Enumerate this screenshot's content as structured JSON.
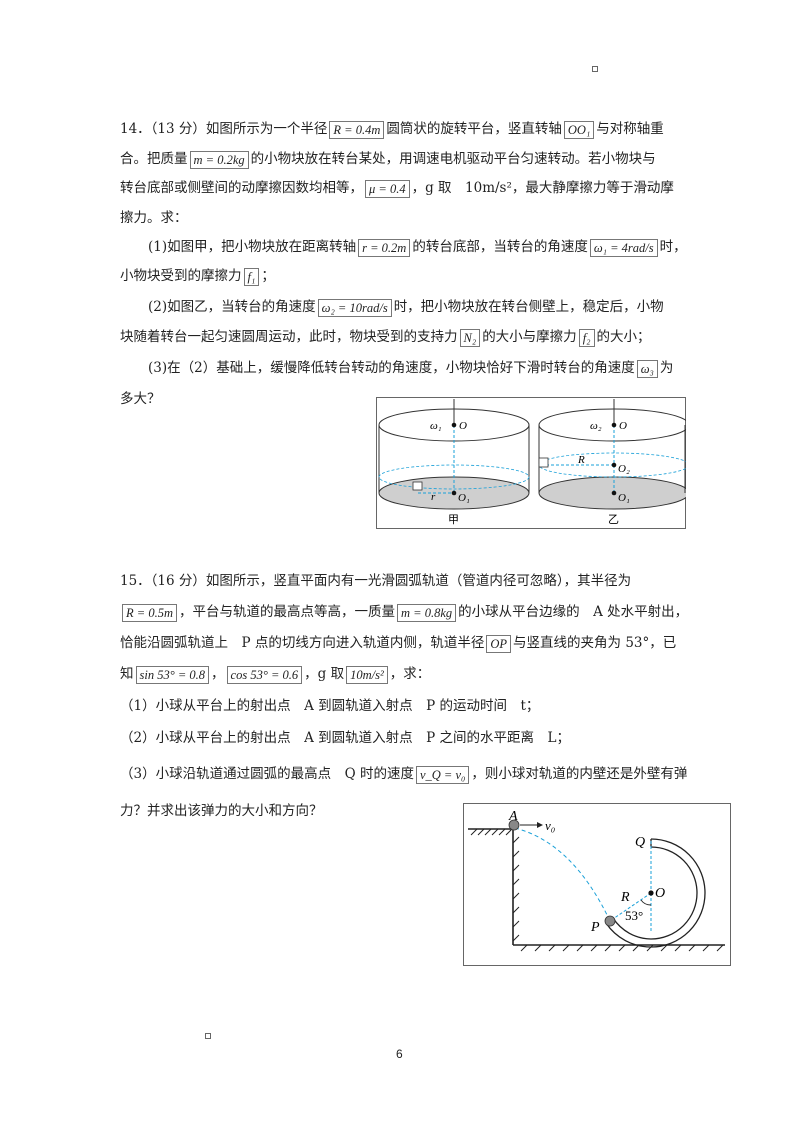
{
  "page_number": "6",
  "q14": {
    "l1": [
      "14．（13 分）如图所示为一个半径",
      "R = 0.4m",
      "圆筒状的旋转平台，竖直转轴",
      "OO₁",
      "与对称轴重"
    ],
    "l2": [
      "合。把质量",
      "m = 0.2kg",
      "的小物块放在转台某处，用调速电机驱动平台匀速转动。若小物块与"
    ],
    "l3": [
      "转台底部或侧壁间的动摩擦因数均相等，",
      "μ = 0.4",
      "，g 取　10m/s²，最大静摩擦力等于滑动摩"
    ],
    "l4": [
      "擦力。求："
    ],
    "l5": [
      "(1)如图甲，把小物块放在距离转轴",
      "r = 0.2m",
      "的转台底部，当转台的角速度",
      "ω₁ = 4rad/s",
      "时，"
    ],
    "l6": [
      "小物块受到的摩擦力",
      "f₁",
      "；"
    ],
    "l7": [
      "(2)如图乙，当转台的角速度",
      "ω₂ = 10rad/s",
      "时，把小物块放在转台侧壁上，稳定后，小物"
    ],
    "l8": [
      "块随着转台一起匀速圆周运动，此时，物块受到的支持力",
      "N₂",
      "的大小与摩擦力",
      "f₂",
      "的大小；"
    ],
    "l9": [
      "(3)在（2）基础上，缓慢降低转台转动的角速度，小物块恰好下滑时转台的角速度",
      "ω₃",
      "为"
    ],
    "l10": [
      "多大？"
    ],
    "fig": {
      "w1": "ω₁",
      "o": "O",
      "o1": "O₁",
      "r": "r",
      "cap1": "甲",
      "w2": "ω₂",
      "R": "R",
      "o2": "O₂",
      "cap2": "乙"
    }
  },
  "q15": {
    "l1": [
      "15．（16 分）如图所示，竖直平面内有一光滑圆弧轨道（管道内径可忽略），其半径为"
    ],
    "l2": [
      "R = 0.5m",
      "，平台与轨道的最高点等高，一质量",
      "m = 0.8kg",
      "的小球从平台边缘的　A 处水平射出，"
    ],
    "l3": [
      "恰能沿圆弧轨道上　P 点的切线方向进入轨道内侧，轨道半径",
      "OP",
      "与竖直线的夹角为 53°，已"
    ],
    "l4": [
      "知",
      "sin 53° = 0.8",
      "，",
      "cos 53° = 0.6",
      "，g 取",
      "10m/s²",
      "，求："
    ],
    "l5": [
      "（1）小球从平台上的射出点　A 到圆轨道入射点　P 的运动时间　t；"
    ],
    "l6": [
      "（2）小球从平台上的射出点　A 到圆轨道入射点　P 之间的水平距离　L；"
    ],
    "l7": [
      "（3）小球沿轨道通过圆弧的最高点　Q 时的速度",
      "v_Q = v₀",
      "，则小球对轨道的内壁还是外壁有弹"
    ],
    "l8": [
      "力？并求出该弹力的大小和方向？"
    ],
    "fig": {
      "A": "A",
      "v0": "v₀",
      "Q": "Q",
      "R": "R",
      "O": "O",
      "P": "P",
      "angle": "53°"
    }
  }
}
